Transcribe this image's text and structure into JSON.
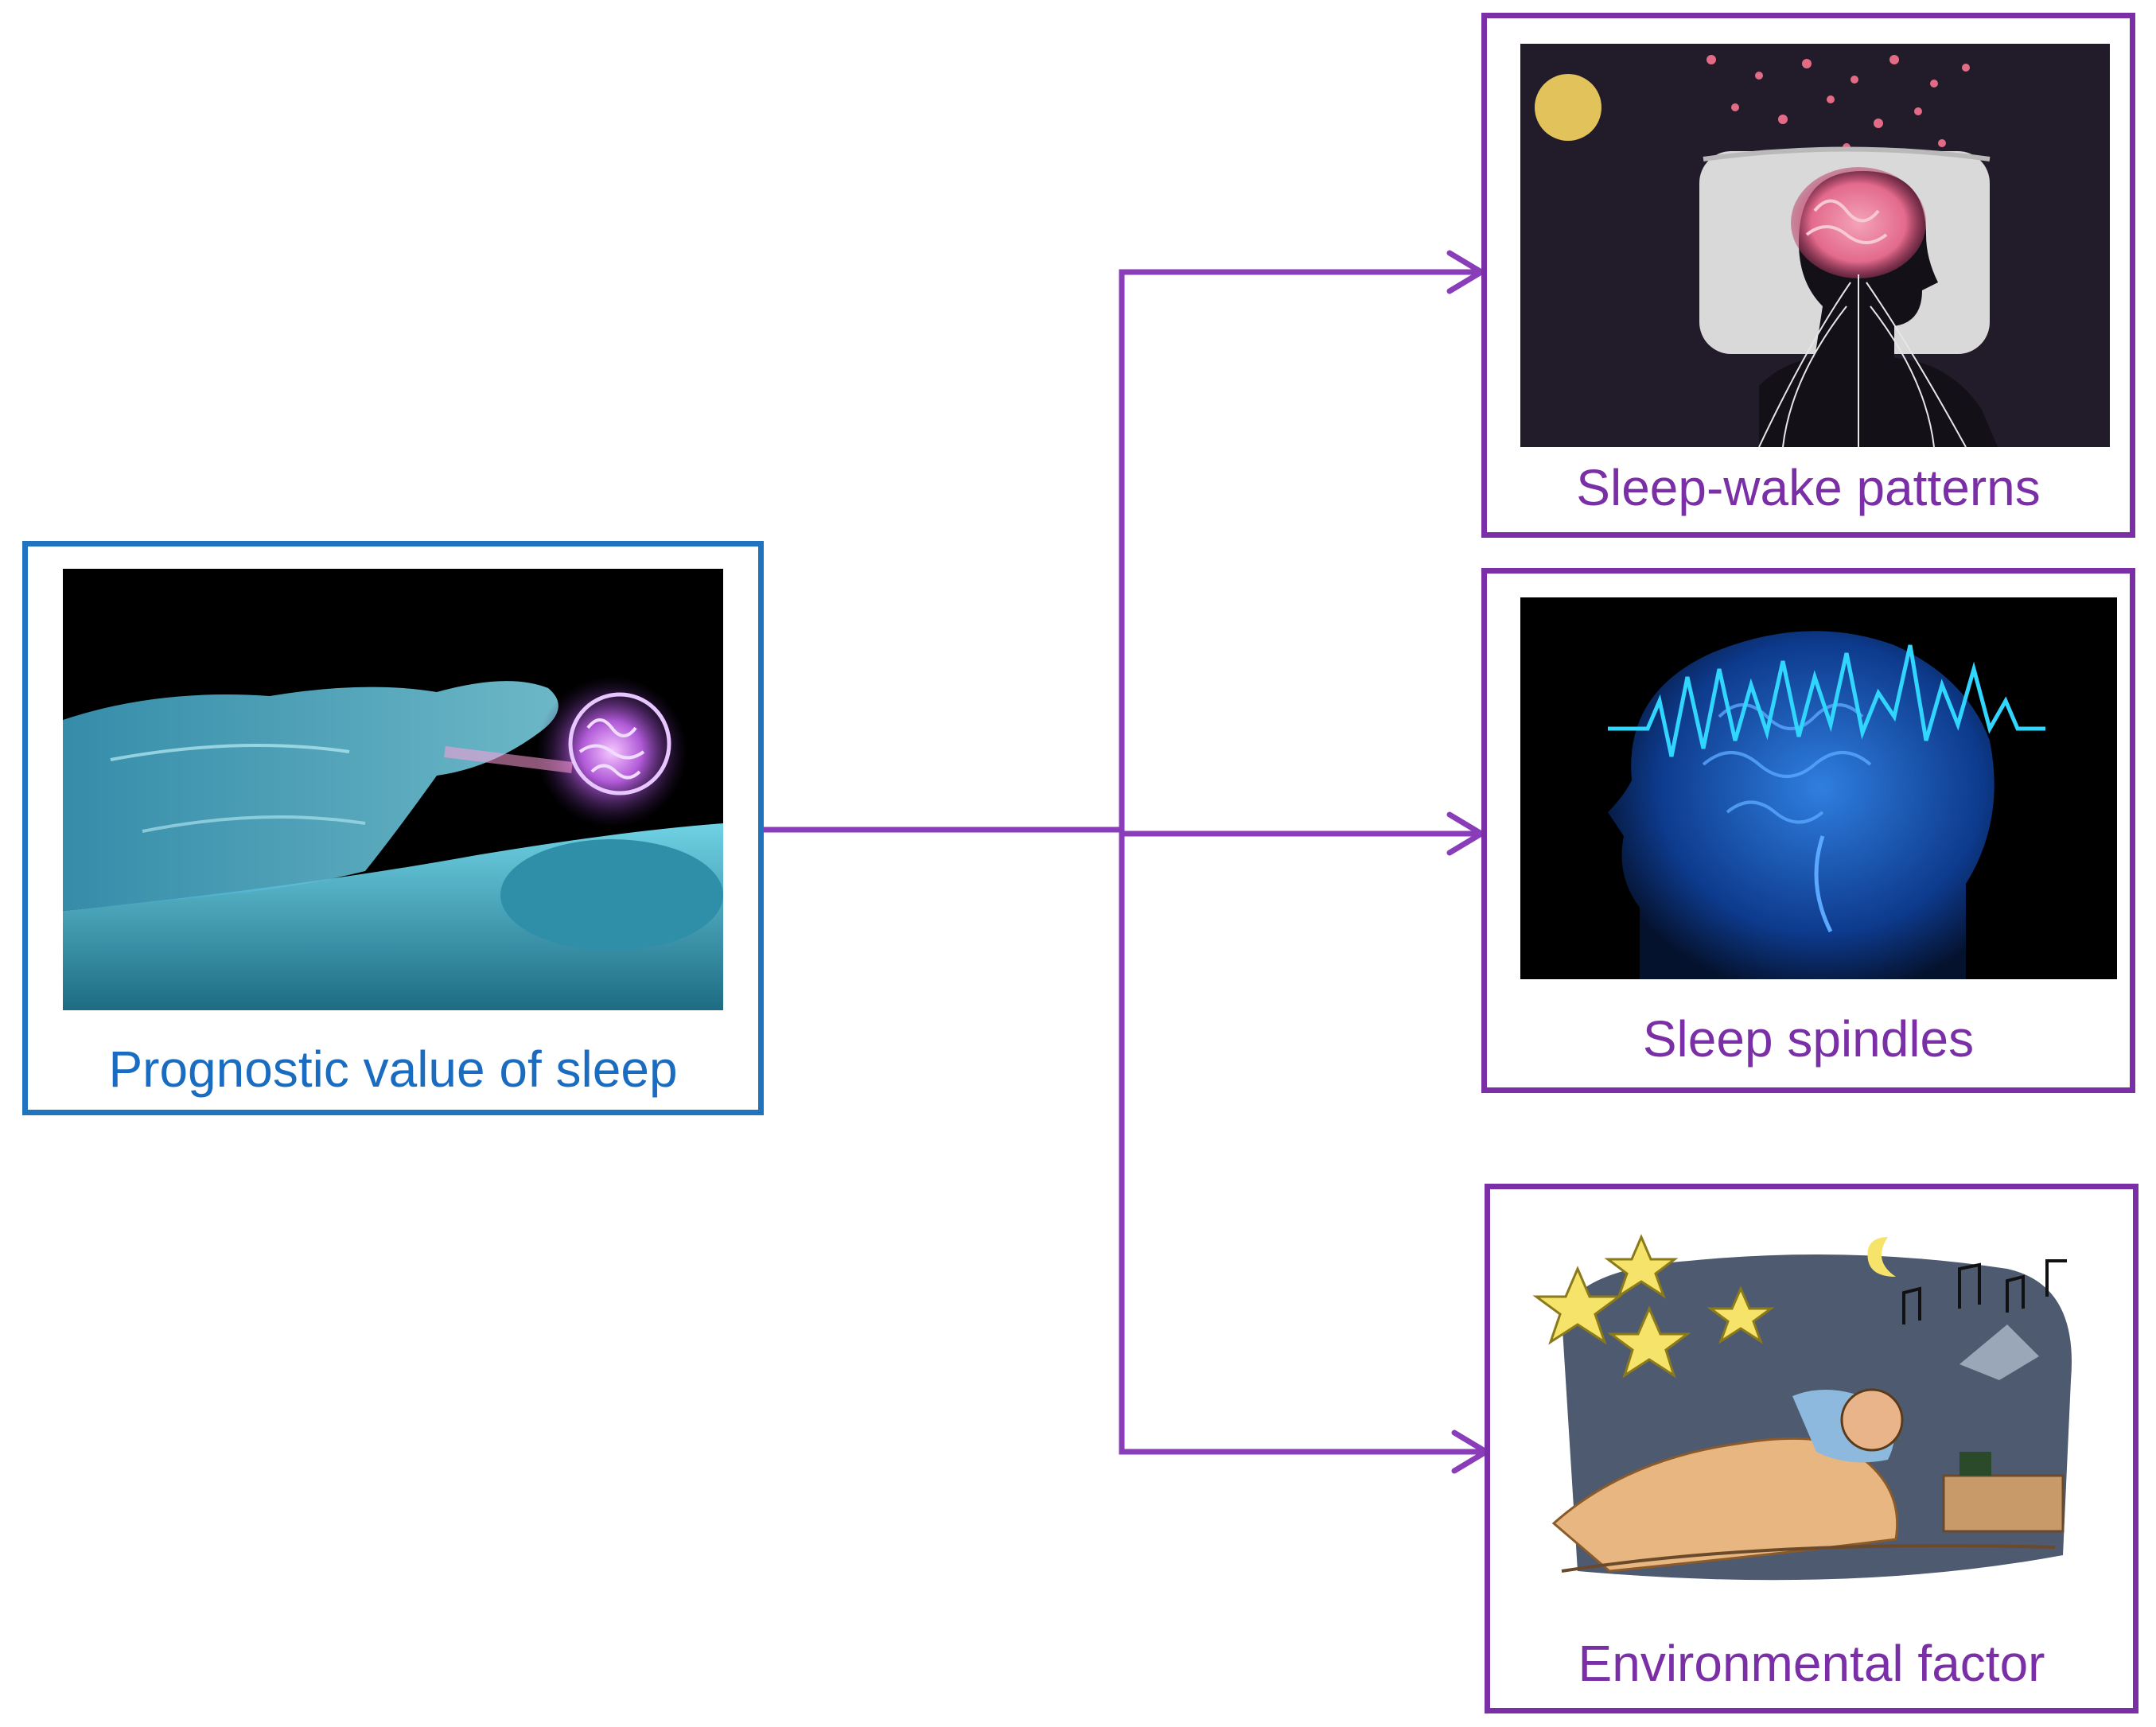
{
  "colors": {
    "source_border": "#1f73bf",
    "source_text": "#1a6cc0",
    "target_border": "#7a2fa6",
    "target_text": "#7a2fa6",
    "connector": "#8a3db8"
  },
  "source": {
    "label": "Prognostic value of sleep",
    "image": "sleeping-body-xray-brain-icon"
  },
  "targets": [
    {
      "label": "Sleep-wake patterns",
      "image": "head-on-pillow-night-brain-icon"
    },
    {
      "label": "Sleep spindles",
      "image": "brain-eeg-wave-icon"
    },
    {
      "label": "Environmental factor",
      "image": "noisy-bedroom-sleeper-icon"
    }
  ]
}
